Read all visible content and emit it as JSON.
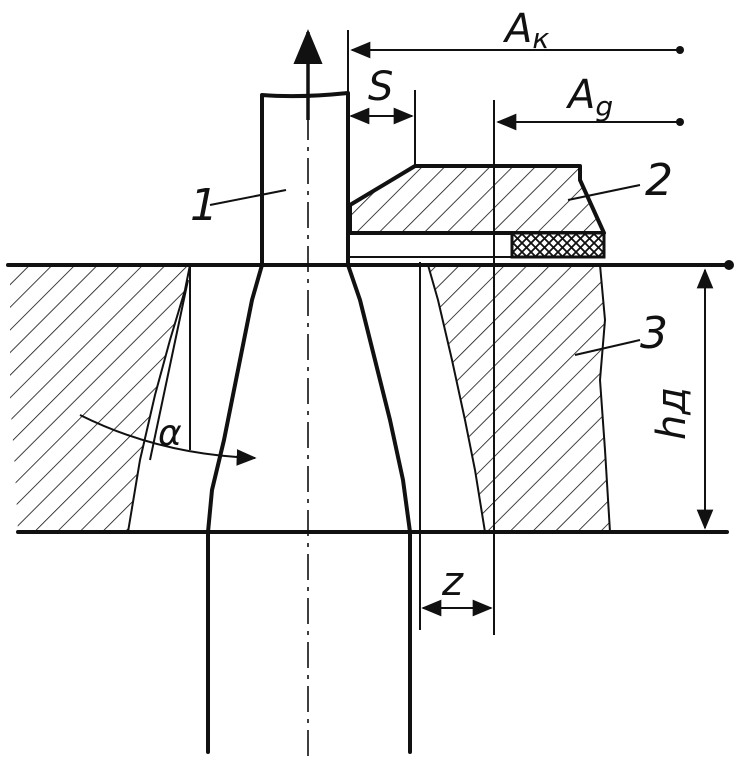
{
  "diagram": {
    "labels": {
      "part1": "1",
      "part2": "2",
      "part3": "3",
      "ak_main": "A",
      "ak_sub": "к",
      "ag_main": "A",
      "ag_sub": "g",
      "s": "S",
      "z": "z",
      "alpha": "α",
      "hd": "hд"
    },
    "colors": {
      "ink": "#111111",
      "paper": "#ffffff"
    }
  }
}
